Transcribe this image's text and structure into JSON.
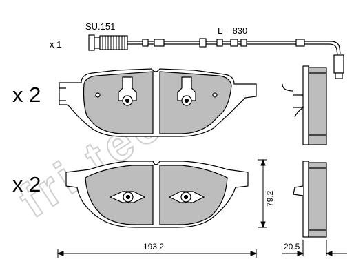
{
  "sensor": {
    "part_no": "SU.151",
    "qty": "x 1",
    "length": "L = 830"
  },
  "pads": {
    "qty_top": "x 2",
    "qty_bottom": "x 2"
  },
  "dimensions": {
    "width": "193.2",
    "height": "79.2",
    "thickness": "20.5"
  },
  "watermark": "fri.tech.",
  "colors": {
    "pad_fill": "#bdbdbd",
    "outline": "#000000",
    "watermark": "#cfcfcf"
  }
}
